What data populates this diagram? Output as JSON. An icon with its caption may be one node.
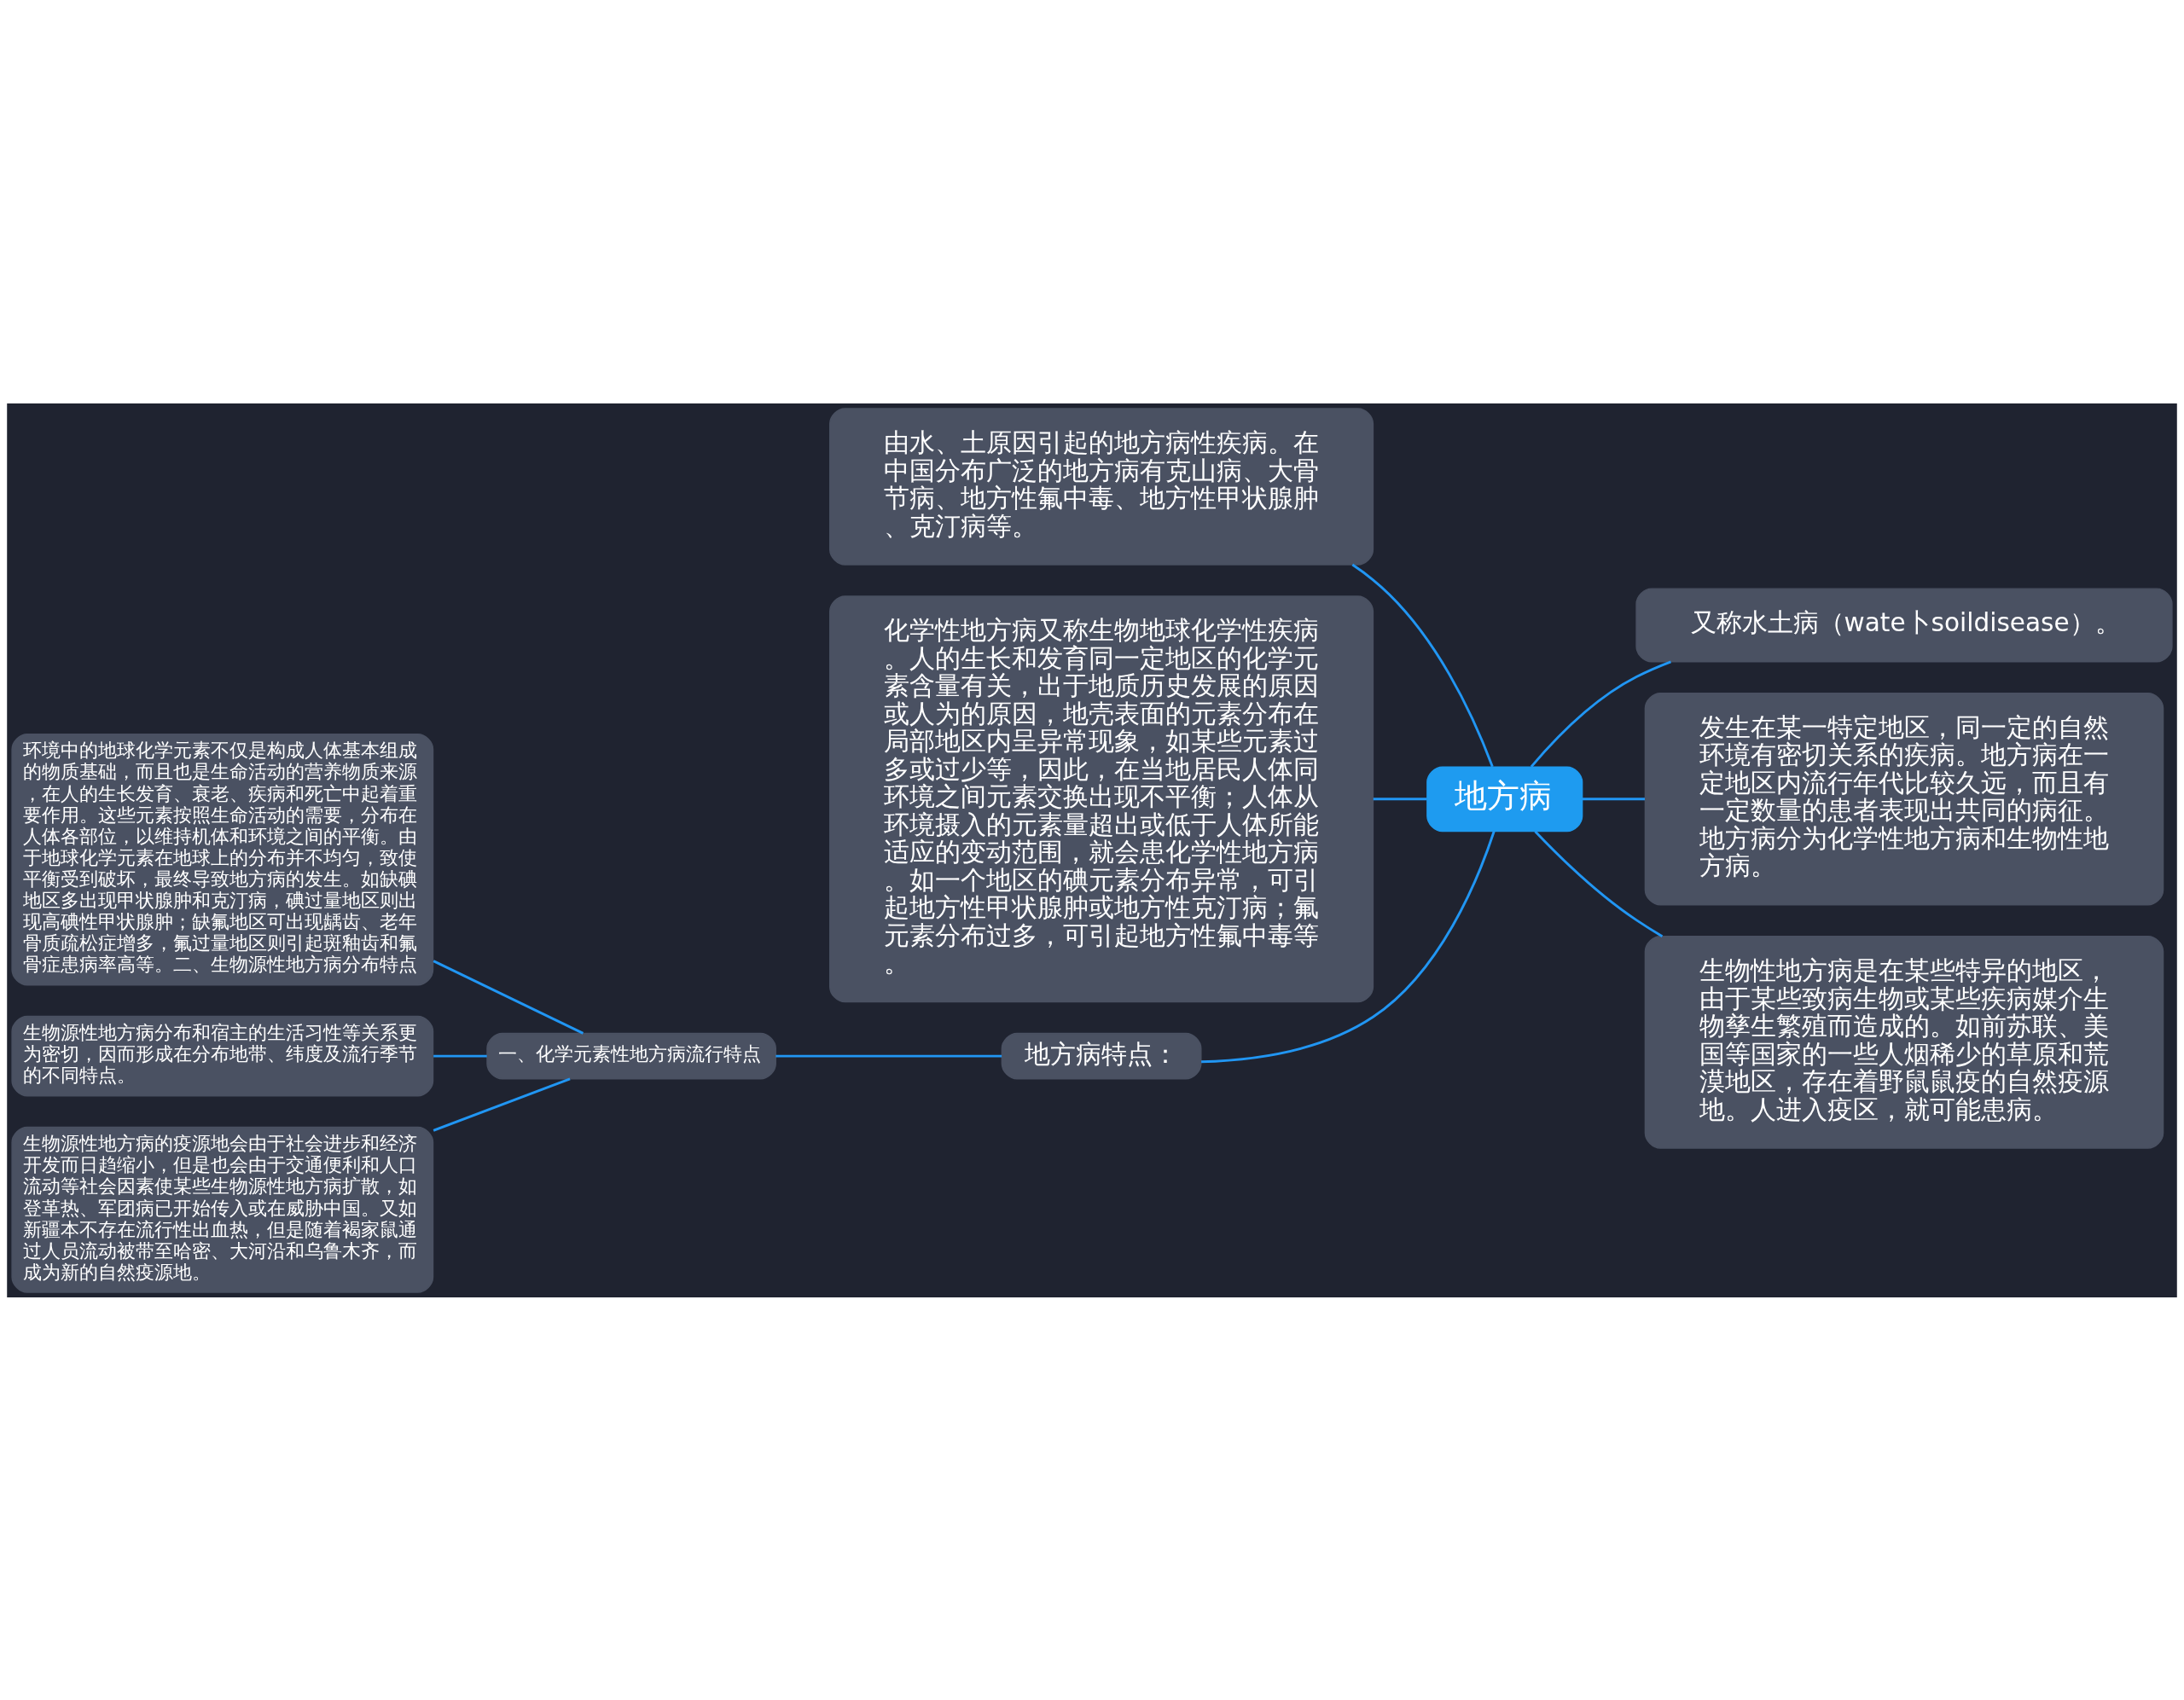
{
  "diagram": {
    "nodes": [
      {
        "text": [
          "地方病"
        ]
      },
      {
        "text": [
          "由水、土原因引起的地方病性疾病。在中国分布广泛的地方病有克山病、大骨节病、地方性氟中毒、地方性甲状腺肿、克汀病等。"
        ]
      },
      {
        "text": [
          "化学性地方病又称生物地球化学性疾病。人的生长和发育同一定地区的化学元素含量有关，出于地质历史发展的原因或人为的原因，地壳表面的元素分布在局部地区内呈异常现象，如某些元素过多或过少等，因此，在当地居民人体同环境之间元素交换出现不平衡；人体从环境摄入的元素量超出或低于人体所能适应的变动范围，就会患化学性地方病。如一个地区的碘元素分布异常，可引起地方性甲状腺肿或地方性克汀病；氟元素分布过多，可引起地方性氟中毒等。"
        ]
      },
      {
        "text": [
          "又称水土病（wate卜soildisease）。"
        ]
      },
      {
        "text": [
          "发生在某一特定地区，同一定的自然环境有密切关系的疾病。地方病在一定地区内流行年代比较久远，而且有一定数量的患者表现出共同的病征。地方病分为化学性地方病和生物性地方病。"
        ]
      },
      {
        "text": [
          "生物性地方病是在某些特异的地区，由于某些致病生物或某些疾病媒介生物孳生繁殖而造成的。如前苏联、美国等国家的一些人烟稀少的草原和荒漠地区，存在着野鼠鼠疫的自然疫源地。人进入疫区，就可能患病。"
        ]
      },
      {
        "text": [
          "地方病特点："
        ]
      },
      {
        "text": [
          "一、化学元素性地方病流行特点"
        ]
      },
      {
        "text": [
          "环境中的地球化学元素不仅是构成人体基本组成的物质基础，而且也是生命活动的营养物质来源，在人的生长发育、衰老、疾病和死亡中起着重要作用。这些元素按照生命活动的需要，分布在人体各部位，以维持机体和环境之间的平衡。由于地球化学元素在地球上的分布并不均匀，致使平衡受到破坏，最终导致地方病的发生。如缺碘地区多出现甲状腺肿和克汀病，碘过量地区则出现高碘性甲状腺肿；缺氟地区可出现龋齿、老年骨质疏松症增多，氟过量地区则引起斑釉齿和氟骨症患病率高等。二、生物源性地方病分布特点"
        ]
      },
      {
        "text": [
          "生物源性地方病分布和宿主的生活习性等关系更为密切，因而形成在分布地带、纬度及流行季节的不同特点。"
        ]
      },
      {
        "text": [
          "生物源性地方病的疫源地会由于社会进步和经济开发而日趋缩小，但是也会由于交通便利和人口流动等社会因素使某些生物源性地方病扩散，如登革热、军团病已开始传入或在威胁中国。又如新疆本不存在流行性出血热，但是随着褐家鼠通过人员流动被带至哈密、大河沿和乌鲁木齐，而成为新的自然疫源地。"
        ]
      }
    ],
    "edges": [
      {
        "from": 0,
        "to": 1,
        "arrow": "none"
      },
      {
        "from": 0,
        "to": 2,
        "arrow": "none"
      },
      {
        "from": 0,
        "to": 3,
        "arrow": "none"
      },
      {
        "from": 0,
        "to": 4,
        "arrow": "none"
      },
      {
        "from": 0,
        "to": 5,
        "arrow": "none"
      },
      {
        "from": 0,
        "to": 6,
        "arrow": "none"
      },
      {
        "from": 6,
        "to": 7,
        "arrow": "none"
      },
      {
        "from": 7,
        "to": 8,
        "arrow": "none"
      },
      {
        "from": 7,
        "to": 9,
        "arrow": "none"
      },
      {
        "from": 7,
        "to": 10,
        "arrow": "none"
      }
    ]
  }
}
